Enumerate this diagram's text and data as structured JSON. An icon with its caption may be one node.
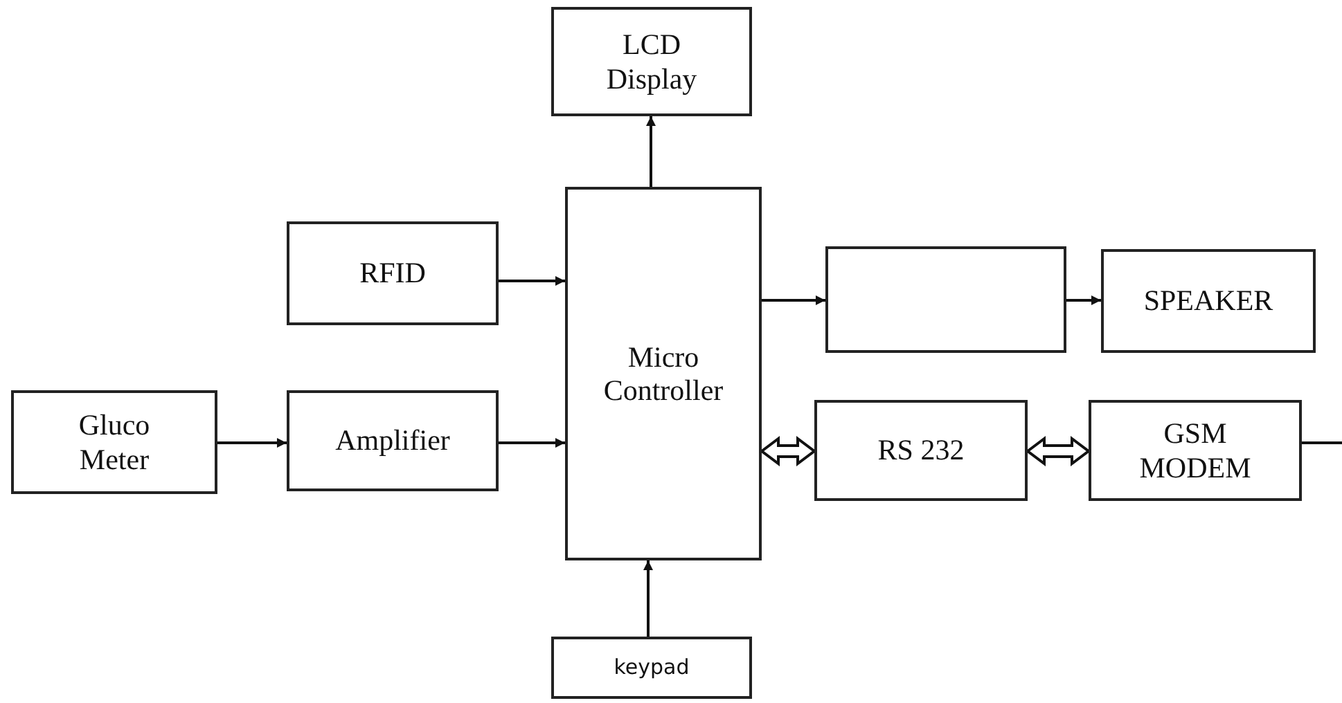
{
  "diagram": {
    "nodes": [
      {
        "text": [
          "LCD Display"
        ]
      },
      {
        "text": [
          "RFID"
        ]
      },
      {
        "text": [
          "Micro Controller"
        ]
      },
      {
        "text": [],
        "shape": "box"
      },
      {
        "text": [
          "SPEAKER"
        ]
      },
      {
        "text": [
          "Gluco Meter"
        ]
      },
      {
        "text": [
          "Amplifier"
        ]
      },
      {
        "text": [
          "RS 232"
        ]
      },
      {
        "text": [
          "GSM MODEM"
        ]
      },
      {
        "text": [
          "keypad"
        ]
      }
    ],
    "edges": [
      {
        "from": 5,
        "to": 6,
        "arrow": "to"
      },
      {
        "from": 6,
        "to": 2,
        "arrow": "to"
      },
      {
        "from": 1,
        "to": 2,
        "arrow": "to"
      },
      {
        "from": 2,
        "to": 0,
        "arrow": "to"
      },
      {
        "from": 2,
        "to": 3,
        "arrow": "to"
      },
      {
        "from": 3,
        "to": 4,
        "arrow": "to"
      },
      {
        "from": 2,
        "to": 7,
        "arrow": "both",
        "style": "thick"
      },
      {
        "from": 7,
        "to": 8,
        "arrow": "both",
        "style": "thick"
      },
      {
        "from": 8,
        "to": null,
        "arrow": "none"
      },
      {
        "from": 9,
        "to": 2,
        "arrow": "to"
      }
    ]
  }
}
